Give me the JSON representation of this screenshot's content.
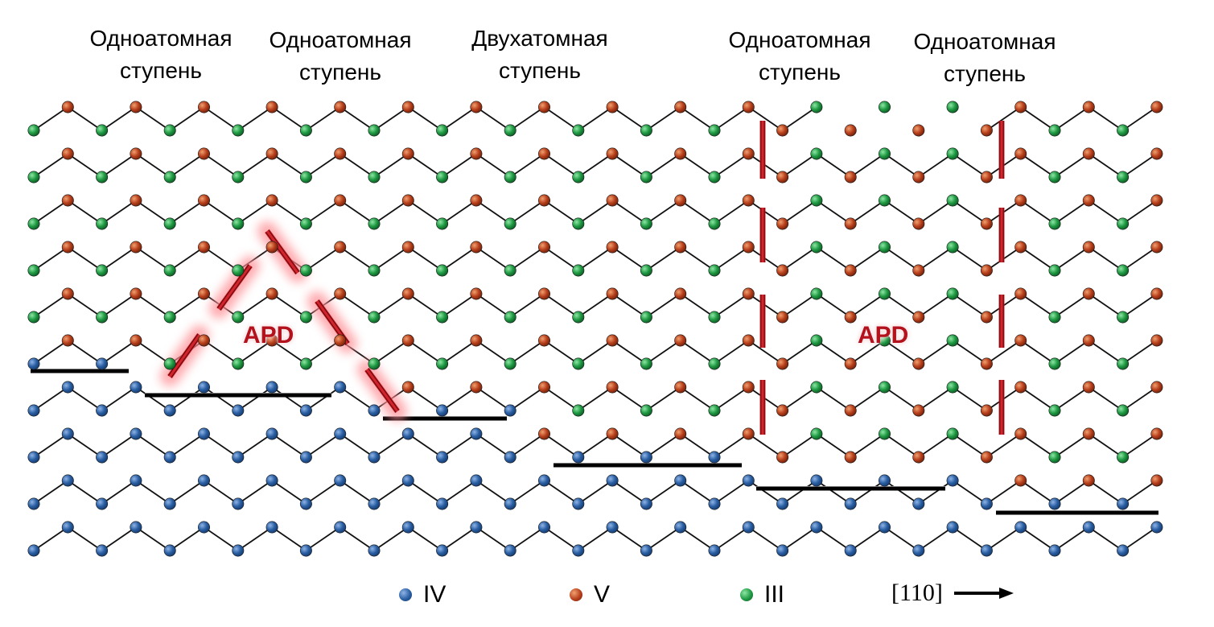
{
  "step_labels": [
    {
      "line1": "Одноатомная",
      "line2": "ступень"
    },
    {
      "line1": "Одноатомная",
      "line2": "ступень"
    },
    {
      "line1": "Двухатомная",
      "line2": "ступень"
    },
    {
      "line1": "Одноатомная",
      "line2": "ступень"
    },
    {
      "line1": "Одноатомная",
      "line2": "ступень"
    }
  ],
  "apd_labels": [
    "APD",
    "APD"
  ],
  "legend": [
    {
      "label": "IV",
      "color": "#2a5fa3"
    },
    {
      "label": "V",
      "color": "#b8401c"
    },
    {
      "label": "III",
      "color": "#1f9a43"
    }
  ],
  "direction_label": "[110]",
  "colors": {
    "group_iv": "#2a5fa3",
    "group_v": "#b8401c",
    "group_iii": "#1f9a43",
    "apd_boundary": "#d3232b",
    "step_edge": "#000000"
  }
}
